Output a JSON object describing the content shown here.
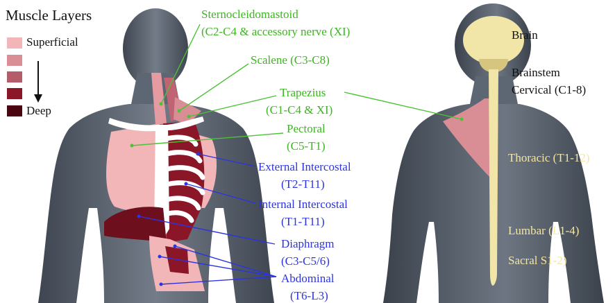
{
  "legend": {
    "title": "Muscle Layers",
    "top_label": "Superficial",
    "bottom_label": "Deep",
    "colors": [
      "#f2b6b8",
      "#d98e95",
      "#b45c6a",
      "#8a1628",
      "#4a0610"
    ]
  },
  "front_labels": {
    "scm_name": "Sternocleidomastoid",
    "scm_innervation": "(C2-C4 & accessory nerve (XI)",
    "scalene": "Scalene (C3-C8)",
    "trapezius_name": "Trapezius",
    "trapezius_innervation": "(C1-C4 & XI)",
    "pectoral_name": "Pectoral",
    "pectoral_innervation": "(C5-T1)",
    "ext_intercostal_name": "External Intercostal",
    "ext_intercostal_innervation": "(T2-T11)",
    "int_intercostal_name": "Internal Intercostal",
    "int_intercostal_innervation": "(T1-T11)",
    "diaphragm_name": "Diaphragm",
    "diaphragm_innervation": "(C3-C5/6)",
    "abdominal_name": "Abdominal",
    "abdominal_innervation": "(T6-L3)"
  },
  "spine_labels": {
    "brain": "Brain",
    "brainstem": "Brainstem",
    "cervical": "Cervical (C1-8)",
    "thoracic": "Thoracic (T1-12)",
    "lumbar": "Lumbar (L1-4)",
    "sacral": "Sacral S1-2)"
  },
  "colors": {
    "green_text": "#3cb521",
    "blue_text": "#2b34e0",
    "body": "#5d6673",
    "spine": "#f1e6a8"
  }
}
